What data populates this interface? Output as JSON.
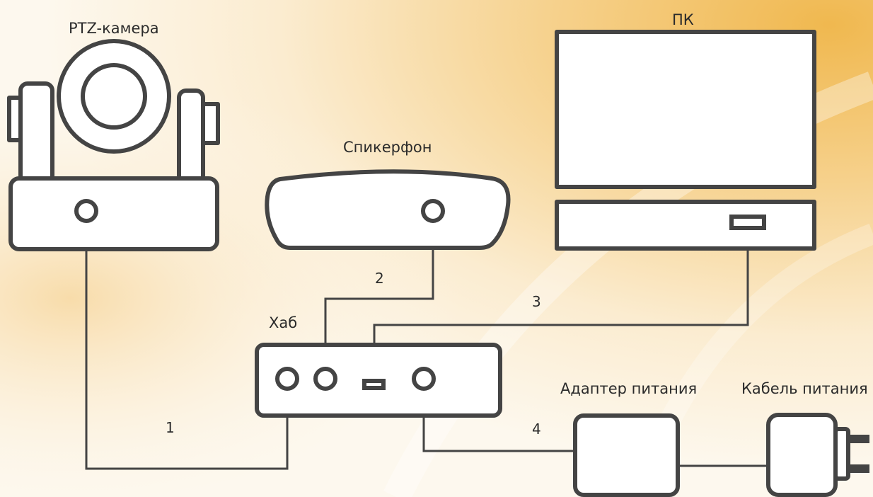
{
  "labels": {
    "camera": "PTZ-камера",
    "pc": "ПК",
    "speakerphone": "Спикерфон",
    "hub": "Хаб",
    "adapter": "Адаптер питания",
    "power_cable": "Кабель питания"
  },
  "connections": [
    {
      "number": "1",
      "from": "camera",
      "to": "hub"
    },
    {
      "number": "2",
      "from": "speakerphone",
      "to": "hub"
    },
    {
      "number": "3",
      "from": "pc",
      "to": "hub"
    },
    {
      "number": "4",
      "from": "hub",
      "to": "adapter"
    }
  ],
  "colors": {
    "stroke": "#444444",
    "text": "#2b2b2b",
    "background_light": "#fdf8ee",
    "background_accent": "#f3c46a"
  }
}
